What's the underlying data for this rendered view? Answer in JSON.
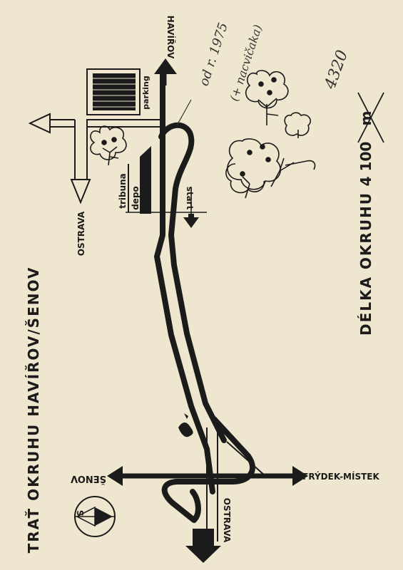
{
  "title": "TRAŤ OKRUHU HAVÍŘOV/ŠENOV",
  "length": {
    "label": "DÉLKA OKRUHU",
    "old_value": "4 100",
    "unit": "m",
    "handwritten_value": "4320"
  },
  "handwritten_note": {
    "line1": "od r. 1975",
    "line2": "(+ nacvičaka)"
  },
  "places": {
    "havirov": "HAVÍŘOV",
    "ostrava_top": "OSTRAVA",
    "ostrava_bottom": "OSTRAVA",
    "senov": "ŠENOV",
    "frydek": "FRÝDEK-MÍSTEK"
  },
  "features": {
    "parking": "parking",
    "tribuna": "tribuna",
    "depo": "depo",
    "start": "start"
  },
  "compass": {
    "letter": "S"
  },
  "colors": {
    "ink": "#1b1b1b",
    "paper": "#efe6cf",
    "pencil": "#333333"
  }
}
